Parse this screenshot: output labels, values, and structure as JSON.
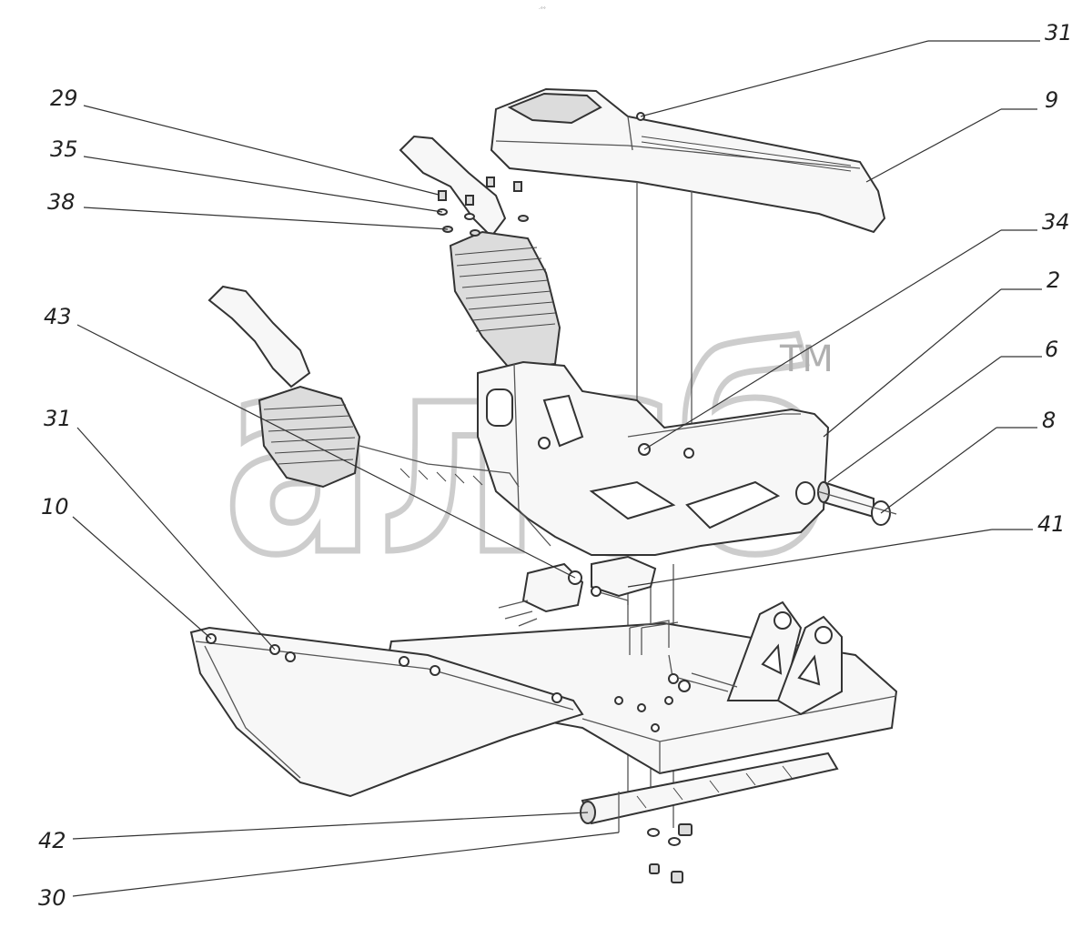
{
  "header_text": "·°°",
  "watermark": {
    "text": "алсб",
    "tm": "TM"
  },
  "callouts": [
    {
      "id": "31-top",
      "label": "31"
    },
    {
      "id": "9",
      "label": "9"
    },
    {
      "id": "29",
      "label": "29"
    },
    {
      "id": "35",
      "label": "35"
    },
    {
      "id": "38",
      "label": "38"
    },
    {
      "id": "34",
      "label": "34"
    },
    {
      "id": "2",
      "label": "2"
    },
    {
      "id": "43",
      "label": "43"
    },
    {
      "id": "6",
      "label": "6"
    },
    {
      "id": "8",
      "label": "8"
    },
    {
      "id": "31-left",
      "label": "31"
    },
    {
      "id": "41",
      "label": "41"
    },
    {
      "id": "10",
      "label": "10"
    },
    {
      "id": "42",
      "label": "42"
    },
    {
      "id": "30",
      "label": "30"
    }
  ],
  "colors": {
    "line": "#333333",
    "watermark": "#bdbdbd",
    "background": "#ffffff"
  }
}
